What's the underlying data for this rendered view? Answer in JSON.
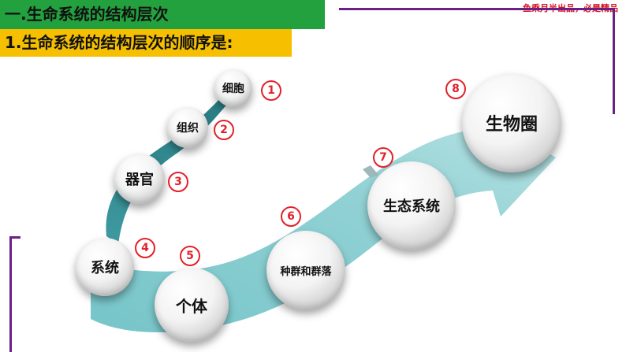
{
  "header": {
    "section_title": "一.生命系统的结构层次",
    "subtitle": "1.生命系统的结构层次的顺序是:",
    "watermark": "鱼乘月半出品，必是精品"
  },
  "colors": {
    "section_bar": "#22a13e",
    "subtitle_bar": "#f6c000",
    "frame": "#6b1f87",
    "arrow": "#5fb8be",
    "number_marker": "#e3212a"
  },
  "levels": [
    {
      "label": "细胞",
      "marker": "1"
    },
    {
      "label": "组织",
      "marker": "2"
    },
    {
      "label": "器官",
      "marker": "3"
    },
    {
      "label": "系统",
      "marker": "4"
    },
    {
      "label": "个体",
      "marker": "5"
    },
    {
      "label": "种群和群落",
      "marker": "6"
    },
    {
      "label": "生态系统",
      "marker": "7"
    },
    {
      "label": "生物圈",
      "marker": "8"
    }
  ]
}
